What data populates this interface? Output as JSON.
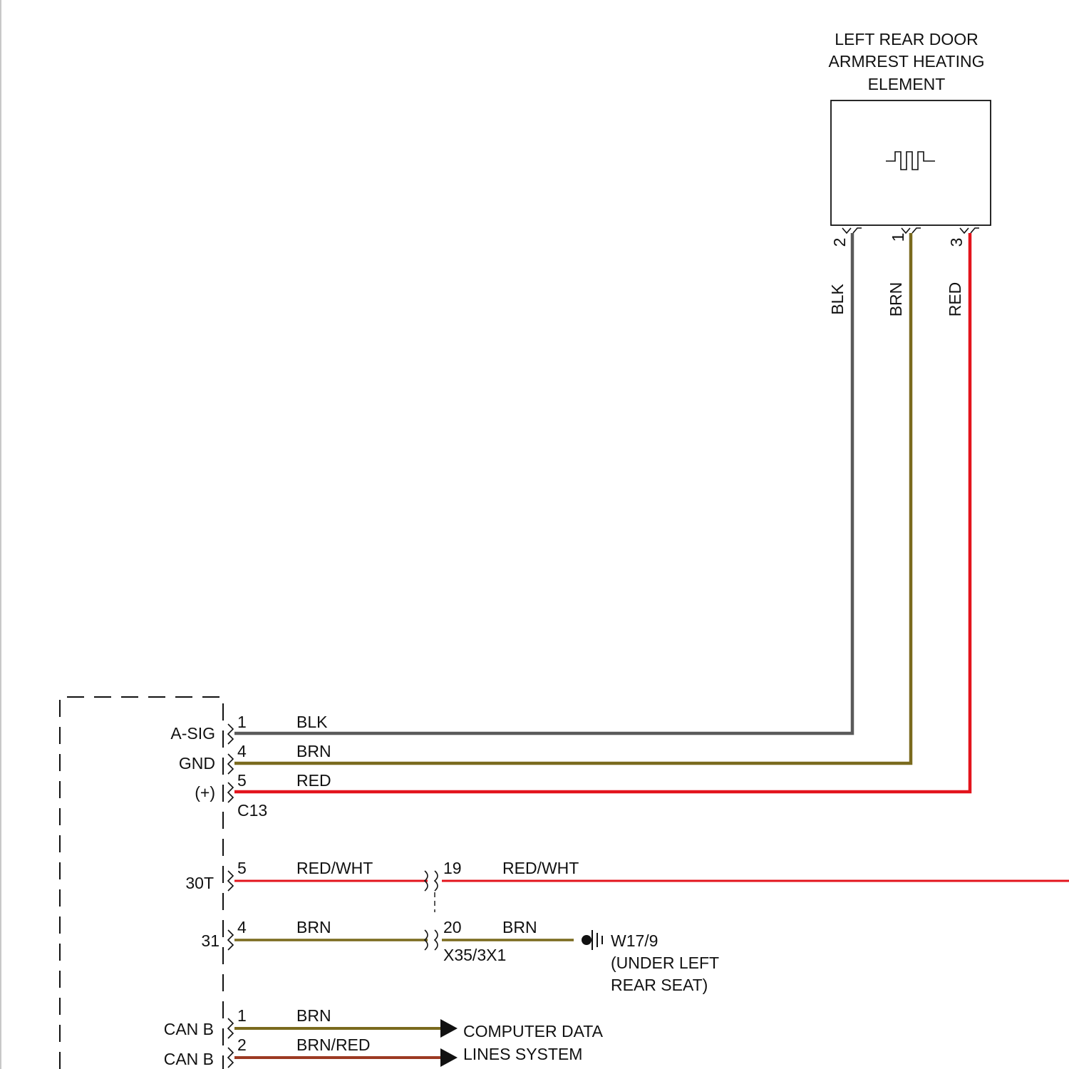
{
  "colors": {
    "blk": "#5a5a5a",
    "brn": "#7a6a1e",
    "red": "#e3141c",
    "brn_red": "#9c3a22",
    "ink": "#111111"
  },
  "component": {
    "title_lines": [
      "LEFT REAR DOOR",
      "ARMREST HEATING",
      "ELEMENT"
    ],
    "symbol": "heating-element-icon",
    "pins": [
      {
        "pin": "2",
        "wire": "BLK"
      },
      {
        "pin": "1",
        "wire": "BRN"
      },
      {
        "pin": "3",
        "wire": "RED"
      }
    ]
  },
  "module": {
    "connector_c13": {
      "name": "C13",
      "circuits": [
        {
          "label": "A-SIG",
          "pin": "1",
          "wire": "BLK"
        },
        {
          "label": "GND",
          "pin": "4",
          "wire": "BRN"
        },
        {
          "label": "(+)",
          "pin": "5",
          "wire": "RED"
        }
      ]
    },
    "power_circuits": [
      {
        "label": "30T",
        "pin": "5",
        "wire": "RED/WHT",
        "inline_pin": "19",
        "inline_wire": "RED/WHT"
      },
      {
        "label": "31",
        "pin": "4",
        "wire": "BRN",
        "inline_pin": "20",
        "inline_wire": "BRN"
      }
    ],
    "inline_connector": "X35/3X1",
    "ground": {
      "name": "W17/9",
      "location_lines": [
        "(UNDER LEFT",
        "REAR SEAT)"
      ]
    },
    "can_circuits": [
      {
        "label": "CAN B",
        "pin": "1",
        "wire": "BRN"
      },
      {
        "label": "CAN B",
        "pin": "2",
        "wire": "BRN/RED"
      }
    ],
    "can_destination_lines": [
      "COMPUTER DATA",
      "LINES SYSTEM"
    ]
  }
}
